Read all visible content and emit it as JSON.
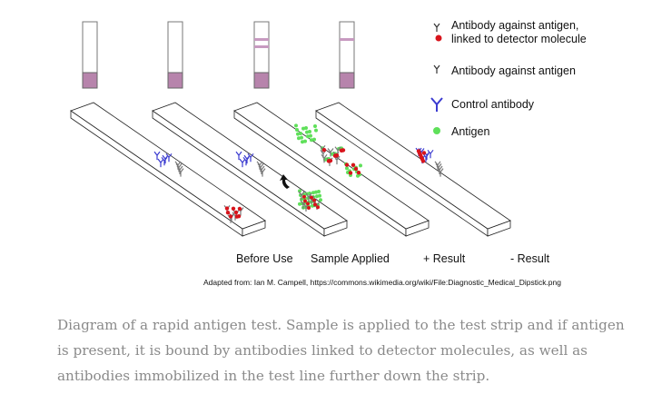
{
  "figure": {
    "legend": [
      {
        "icon": "detector-antibody-icon",
        "label_lines": [
          "Antibody against antigen,",
          "linked to detector molecule"
        ]
      },
      {
        "icon": "antibody-icon",
        "label_lines": [
          "Antibody against antigen"
        ]
      },
      {
        "icon": "control-antibody-icon",
        "label_lines": [
          "Control antibody"
        ]
      },
      {
        "icon": "antigen-icon",
        "label_lines": [
          "Antigen"
        ]
      }
    ],
    "strip_labels": [
      "Before Use",
      "Sample Applied",
      "+ Result",
      "- Result"
    ],
    "credit": "Adapted from: Ian M. Campell, https://commons.wikimedia.org/wiki/File:Diagnostic_Medical_Dipstick.png",
    "colors": {
      "pad": "#b784ac",
      "line": "#c79ac0",
      "antigen": "#5fe05a",
      "detector": "#d8141c",
      "control": "#3b3bd0",
      "antibody": "#777777"
    }
  },
  "caption": "Diagram of a rapid antigen test. Sample is applied to the test strip and if antigen is present, it is bound by antibodies linked to detector molecules, as well as antibodies immobilized in the test line further down the strip."
}
